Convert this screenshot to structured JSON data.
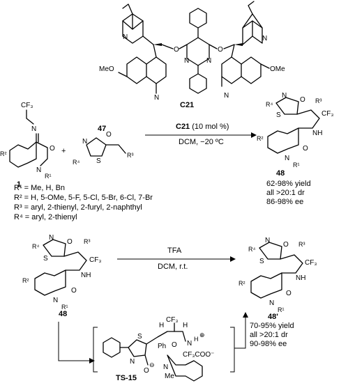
{
  "catalyst": {
    "label": "C21",
    "ome_left": "MeO",
    "ome_right": "OMe",
    "n": "N",
    "o": "O"
  },
  "reaction1": {
    "reagent1_label": "1",
    "reagent2_label": "47",
    "plus": "+",
    "catalyst_cond": "C21",
    "catalyst_loading": " (10 mol %)",
    "cond2": "DCM, −20 ºC",
    "product_label": "48",
    "results": [
      "62-98% yield",
      "all >20:1 dr",
      "86-98% ee"
    ]
  },
  "substituents": [
    "R¹ = Me, H, Bn",
    "R² = H, 5-OMe, 5-F, 5-Cl, 5-Br, 6-Cl, 7-Br",
    "R³ = aryl, 2-thienyl, 2-furyl, 2-naphthyl",
    "R⁴ = aryl, 2-thienyl"
  ],
  "reaction2": {
    "start_label": "48",
    "cond1": "TFA",
    "cond2": "DCM, r.t.",
    "product_label": "48'",
    "results": [
      "70-95% yield",
      "all >20:1 dr",
      "90-98% ee"
    ]
  },
  "ts": {
    "label": "TS-15",
    "ph": "Ph",
    "anion": "CF₃COO⁻",
    "nme": "Me"
  },
  "atoms": {
    "cf3": "CF₃",
    "n": "N",
    "o": "O",
    "s": "S",
    "r1": "R¹",
    "r2": "R²",
    "r3": "R³",
    "r4": "R⁴",
    "nh": "NH",
    "h": "H",
    "o_minus": "O"
  }
}
